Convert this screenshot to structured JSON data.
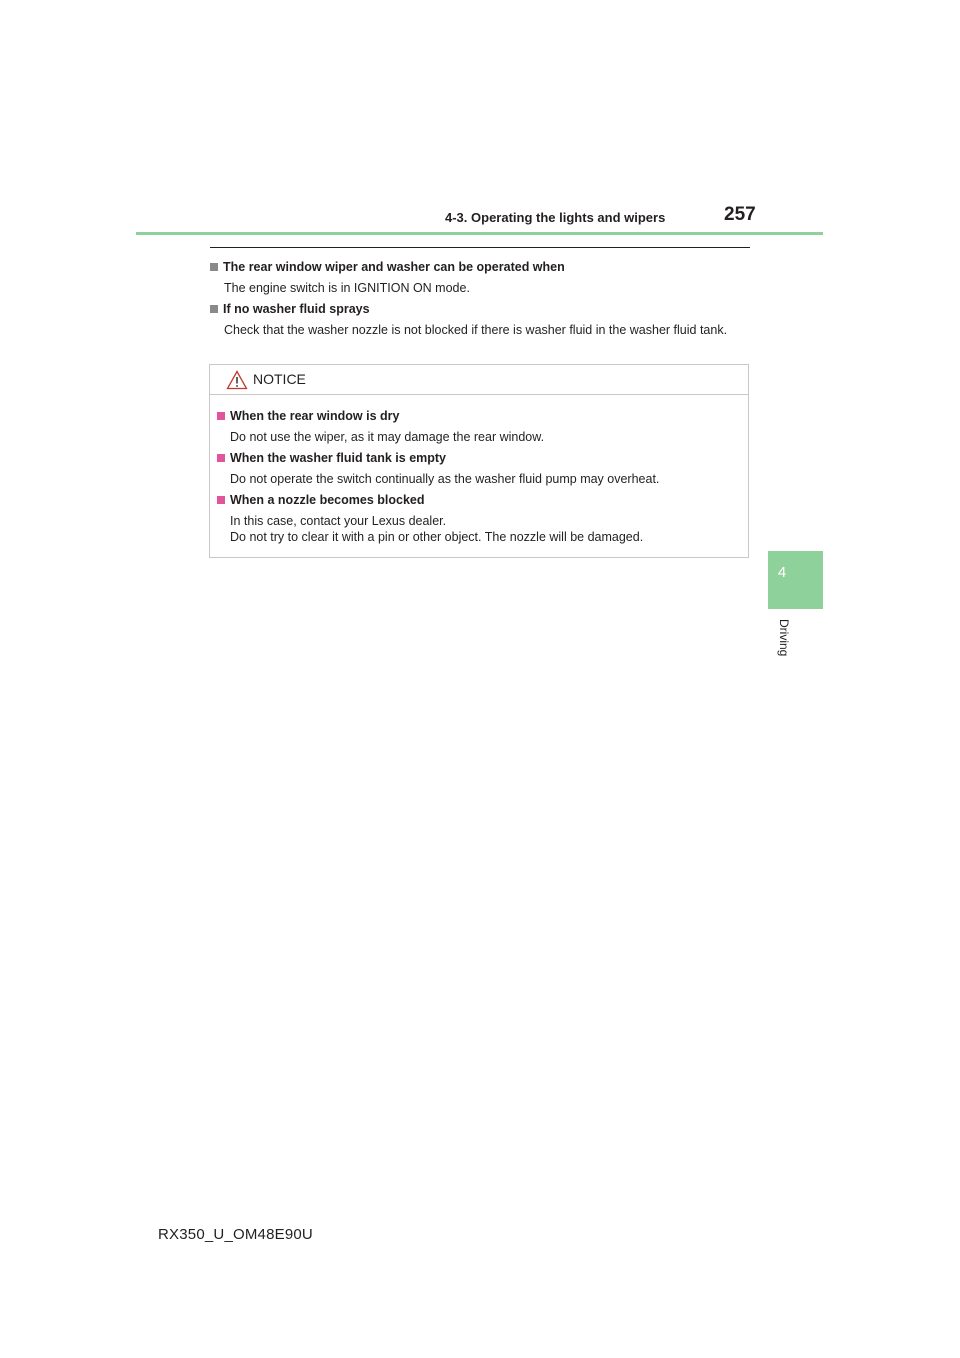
{
  "header": {
    "section_title": "4-3. Operating the lights and wipers",
    "page_number": "257"
  },
  "chapter_tab": {
    "number": "4",
    "label": "Driving"
  },
  "sections": [
    {
      "heading": "The rear window wiper and washer can be operated when",
      "body": "The engine switch is in IGNITION ON mode."
    },
    {
      "heading": "If no washer fluid sprays",
      "body": "Check that the washer nozzle is not blocked if there is washer fluid in the washer fluid tank."
    }
  ],
  "notice": {
    "title": "NOTICE",
    "icon": "warning-triangle-icon",
    "sections": [
      {
        "heading": "When the rear window is dry",
        "body": "Do not use the wiper, as it may damage the rear window."
      },
      {
        "heading": "When the washer fluid tank is empty",
        "body": "Do not operate the switch continually as the washer fluid pump may overheat."
      },
      {
        "heading": "When a nozzle becomes blocked",
        "body_line1": "In this case, contact your Lexus dealer.",
        "body_line2": "Do not try to clear it with a pin or other object. The nozzle will be damaged."
      }
    ]
  },
  "footer": {
    "code": "RX350_U_OM48E90U"
  },
  "colors": {
    "accent_green": "#8fd19a",
    "notice_bullet_pink": "#e0559b",
    "bullet_gray": "#8a8a8a"
  }
}
